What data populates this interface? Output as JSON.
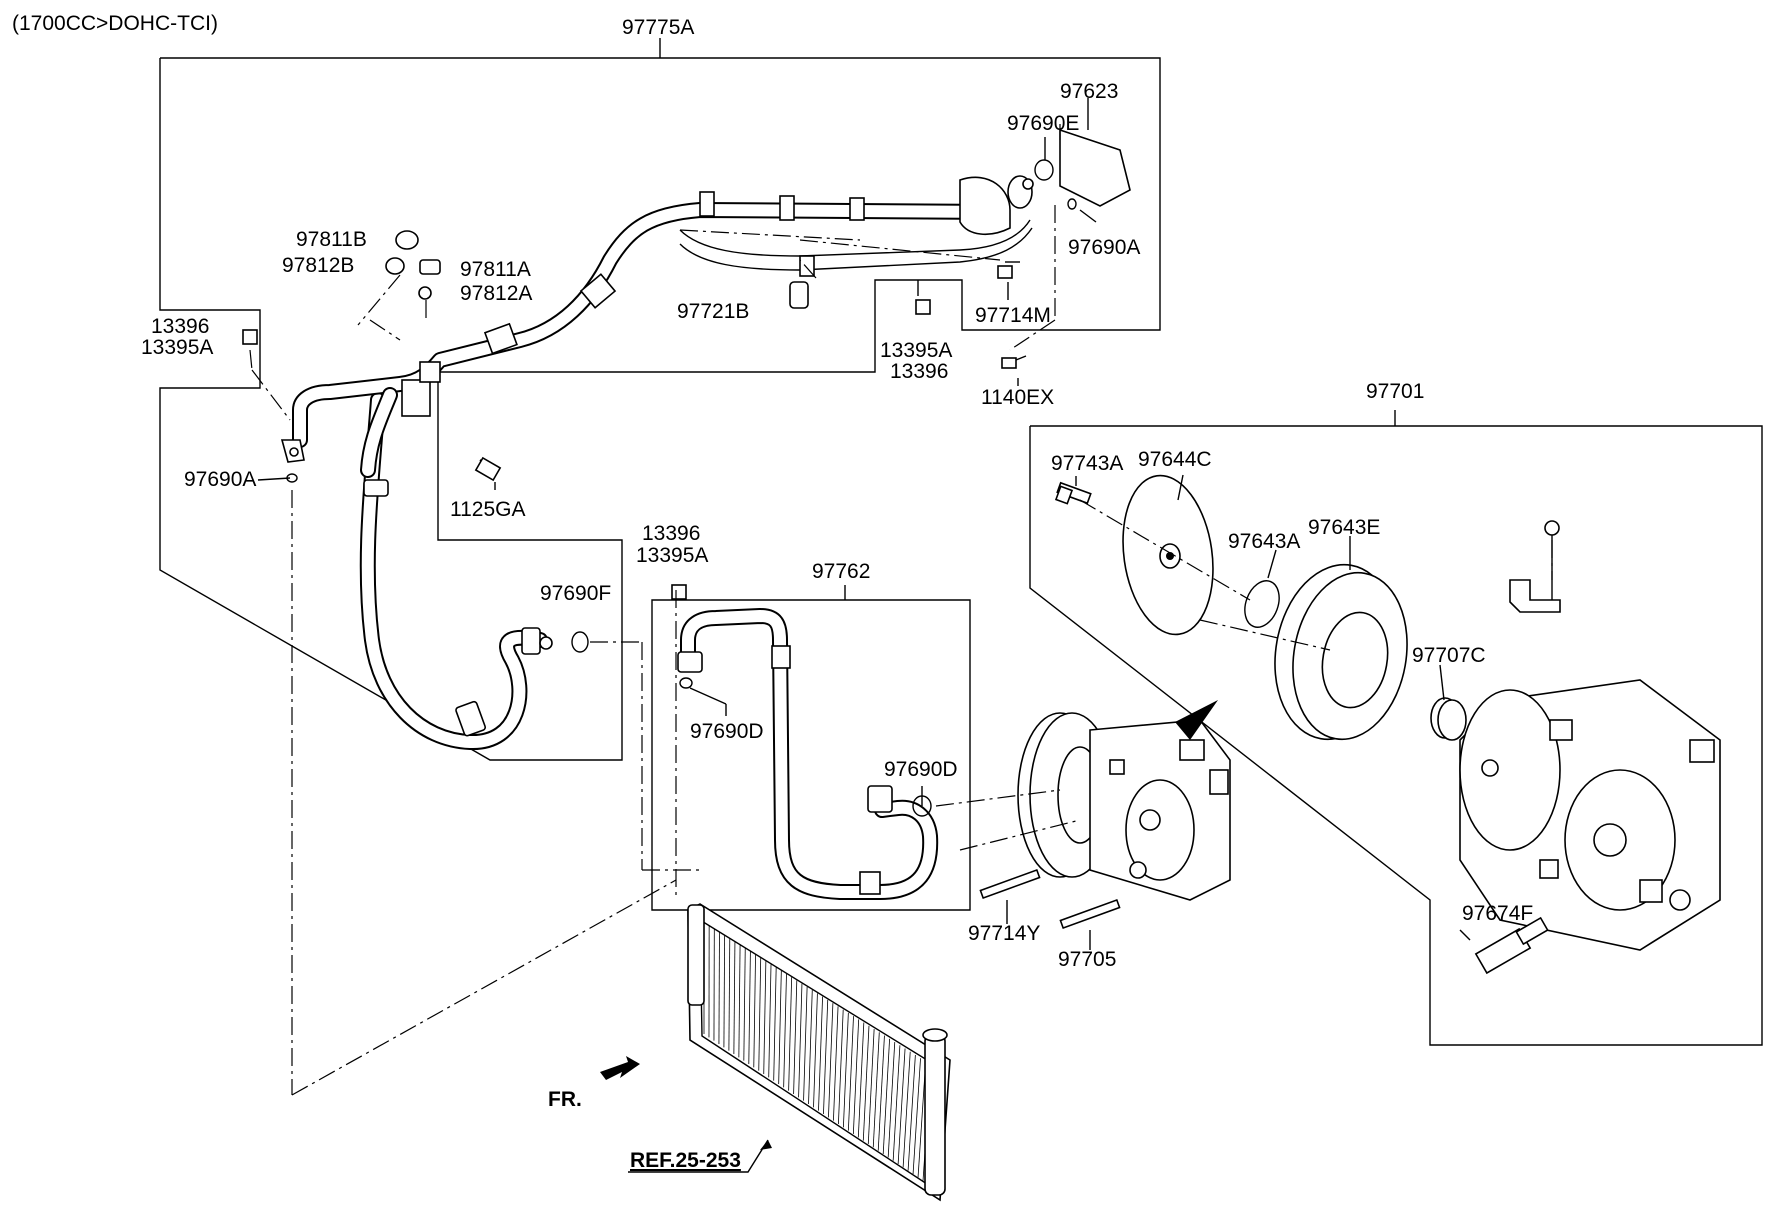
{
  "header": {
    "engine_spec": "(1700CC>DOHC-TCI)"
  },
  "labels": {
    "p97775A": "97775A",
    "p97623": "97623",
    "p97690E": "97690E",
    "p97690A_top": "97690A",
    "p97811B": "97811B",
    "p97812B": "97812B",
    "p97811A": "97811A",
    "p97812A": "97812A",
    "p13396_left": "13396",
    "p13395A_left": "13395A",
    "p97721B": "97721B",
    "p97714M": "97714M",
    "p13395A_mid": "13395A",
    "p13396_mid": "13396",
    "p1140EX": "1140EX",
    "p97690A_left": "97690A",
    "p1125GA": "1125GA",
    "p13396_low": "13396",
    "p13395A_low": "13395A",
    "p97762": "97762",
    "p97690F": "97690F",
    "p97690D_a": "97690D",
    "p97690D_b": "97690D",
    "p97714Y": "97714Y",
    "p97705": "97705",
    "p97701": "97701",
    "p97743A": "97743A",
    "p97644C": "97644C",
    "p97643A": "97643A",
    "p97643E": "97643E",
    "p97707C": "97707C",
    "p97674F": "97674F",
    "fr": "FR.",
    "ref": "REF.25-253"
  }
}
